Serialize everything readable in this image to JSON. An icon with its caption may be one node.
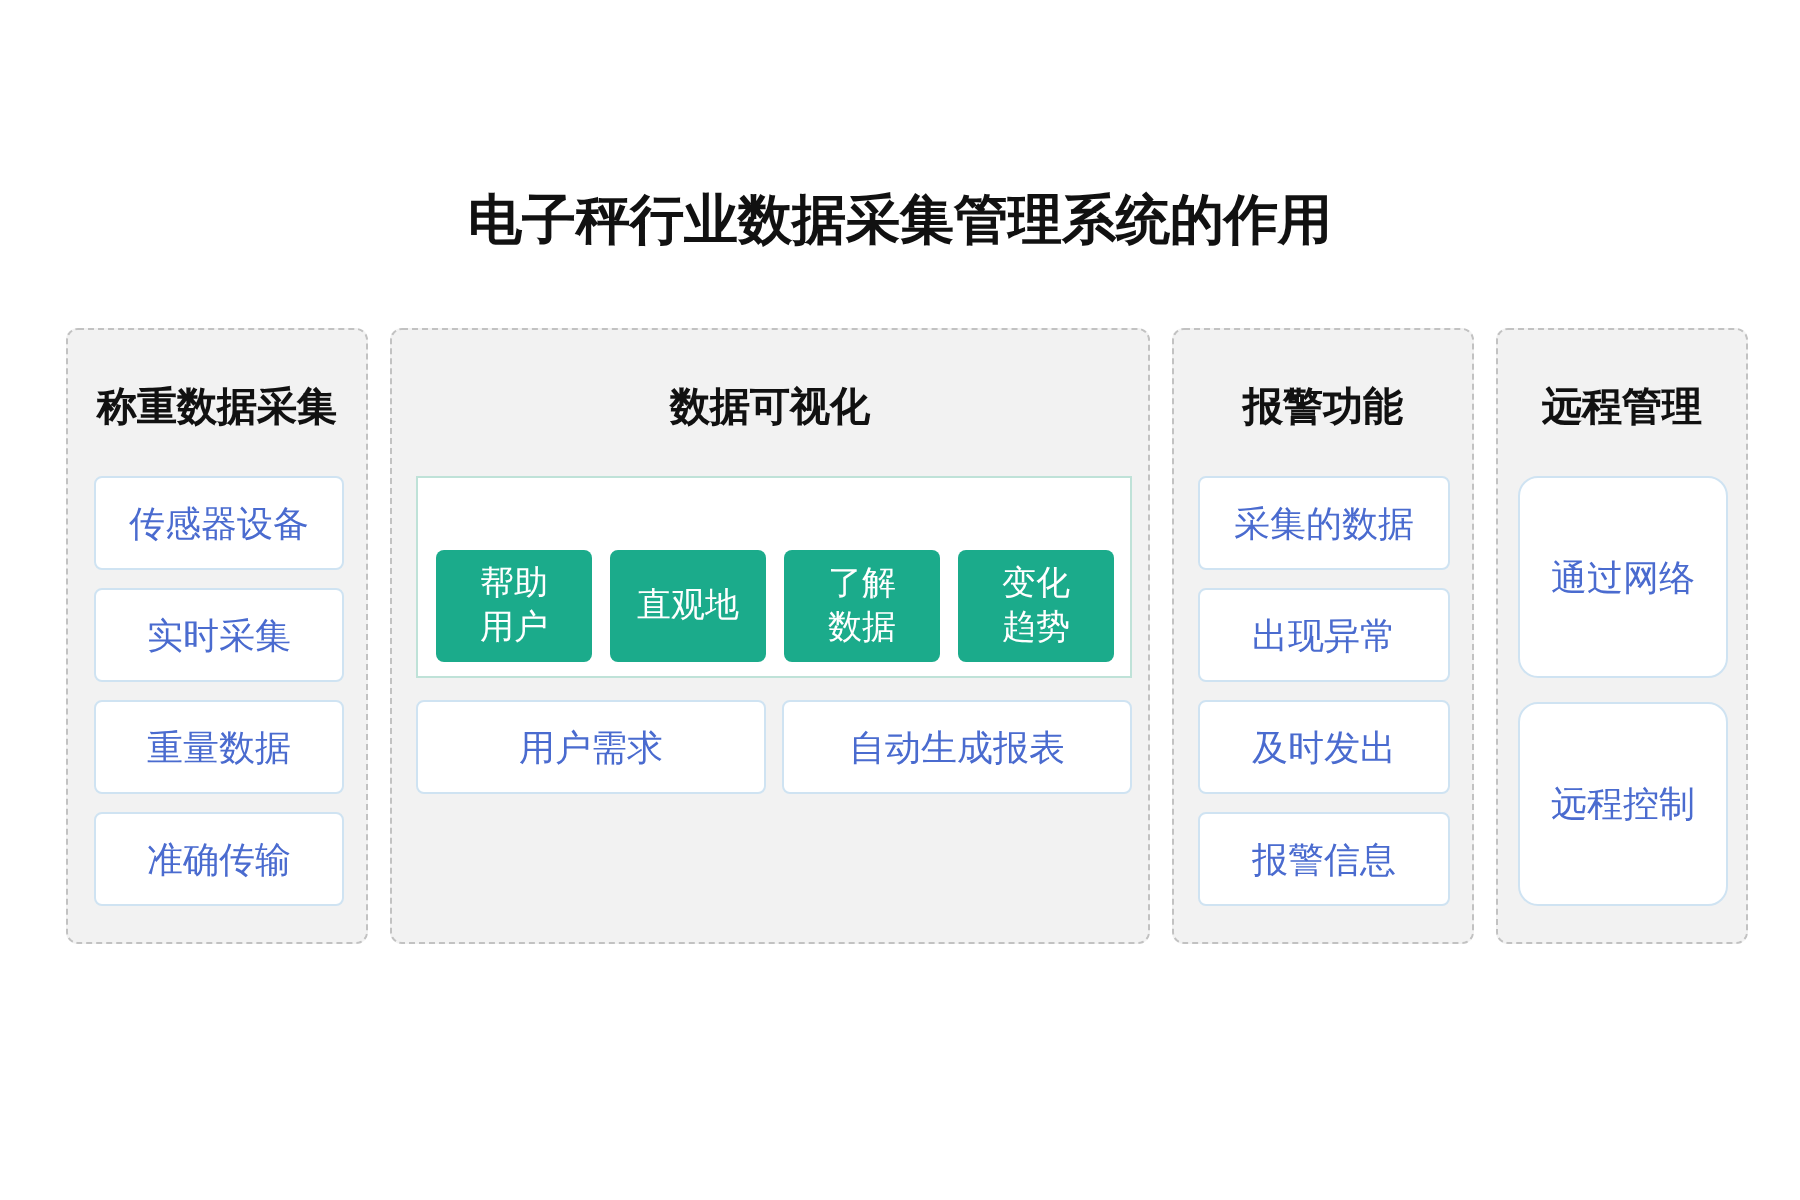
{
  "diagram": {
    "title": "电子秤行业数据采集管理系统的作用",
    "nodes": [
      {
        "text": [
          "称重数据采集"
        ]
      },
      {
        "text": [
          "传感器设备"
        ],
        "in": 0
      },
      {
        "text": [
          "实时采集"
        ],
        "in": 0
      },
      {
        "text": [
          "重量数据"
        ],
        "in": 0
      },
      {
        "text": [
          "准确传输"
        ],
        "in": 0
      },
      {
        "text": [
          "数据可视化"
        ]
      },
      {
        "text": [],
        "shape": "box",
        "in": 5
      },
      {
        "text": [
          "帮助用户"
        ],
        "in": 6
      },
      {
        "text": [
          "直观地"
        ],
        "in": 6
      },
      {
        "text": [
          "了解数据"
        ],
        "in": 6
      },
      {
        "text": [
          "变化趋势"
        ],
        "in": 6
      },
      {
        "text": [
          "用户需求"
        ],
        "in": 5
      },
      {
        "text": [
          "自动生成报表"
        ],
        "in": 5
      },
      {
        "text": [
          "报警功能"
        ]
      },
      {
        "text": [
          "采集的数据"
        ],
        "in": 13
      },
      {
        "text": [
          "出现异常"
        ],
        "in": 13
      },
      {
        "text": [
          "及时发出"
        ],
        "in": 13
      },
      {
        "text": [
          "报警信息"
        ],
        "in": 13
      },
      {
        "text": [
          "远程管理"
        ]
      },
      {
        "text": [
          "通过网络"
        ],
        "in": 18
      },
      {
        "text": [
          "远程控制"
        ],
        "in": 18
      }
    ]
  }
}
